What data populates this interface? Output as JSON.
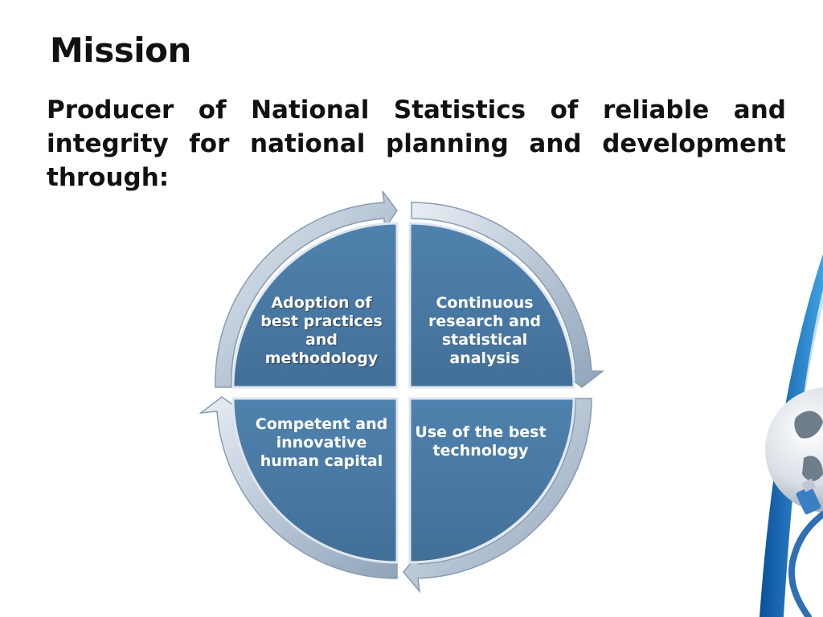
{
  "slide": {
    "title": "Mission",
    "statement": "Producer of National Statistics of reliable and integrity for national planning and development through:"
  },
  "diagram": {
    "quadrants": [
      {
        "position": "top-left",
        "label": "Adoption of best practices and methodology"
      },
      {
        "position": "top-right",
        "label": "Continuous research and statistical analysis"
      },
      {
        "position": "bottom-left",
        "label": "Competent and innovative human capital"
      },
      {
        "position": "bottom-right",
        "label": "Use of the best technology"
      }
    ],
    "colors": {
      "quadrant_fill": "#4a7ba6",
      "arrow_ring": "#c3cfdc",
      "text": "#ffffff"
    }
  },
  "decoration": {
    "icons": [
      "globe-icon",
      "network-cable-icon"
    ]
  }
}
